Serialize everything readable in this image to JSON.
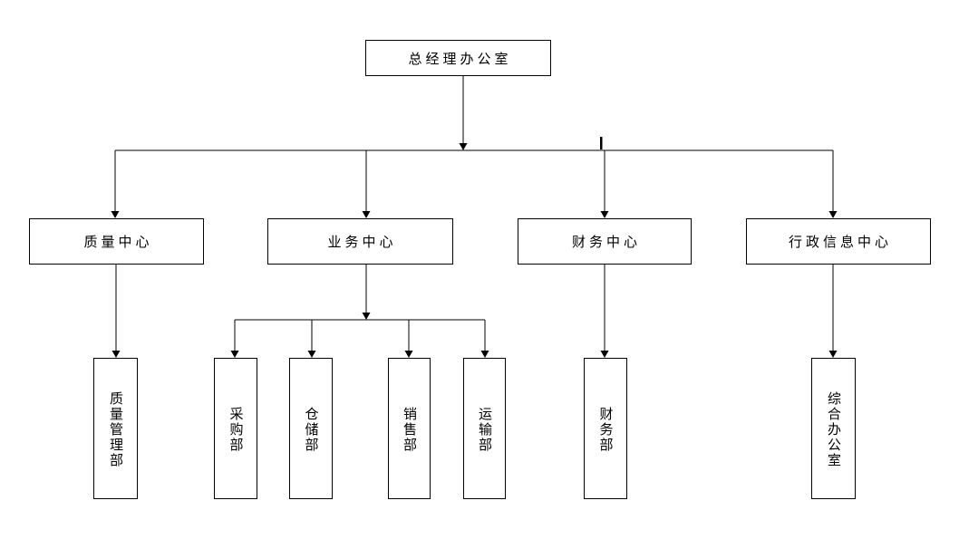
{
  "org_chart": {
    "type": "tree",
    "root": {
      "label": "总经理办公室"
    },
    "centers": [
      {
        "label": "质量中心",
        "departments": [
          "质量管理部"
        ]
      },
      {
        "label": "业务中心",
        "departments": [
          "采购部",
          "仓储部",
          "销售部",
          "运输部"
        ]
      },
      {
        "label": "财务中心",
        "departments": [
          "财务部"
        ]
      },
      {
        "label": "行政信息中心",
        "departments": [
          "综合办公室"
        ]
      }
    ]
  },
  "colors": {
    "background": "#ffffff",
    "line": "#000000",
    "box_border": "#000000",
    "box_fill": "#ffffff",
    "text": "#000000"
  }
}
